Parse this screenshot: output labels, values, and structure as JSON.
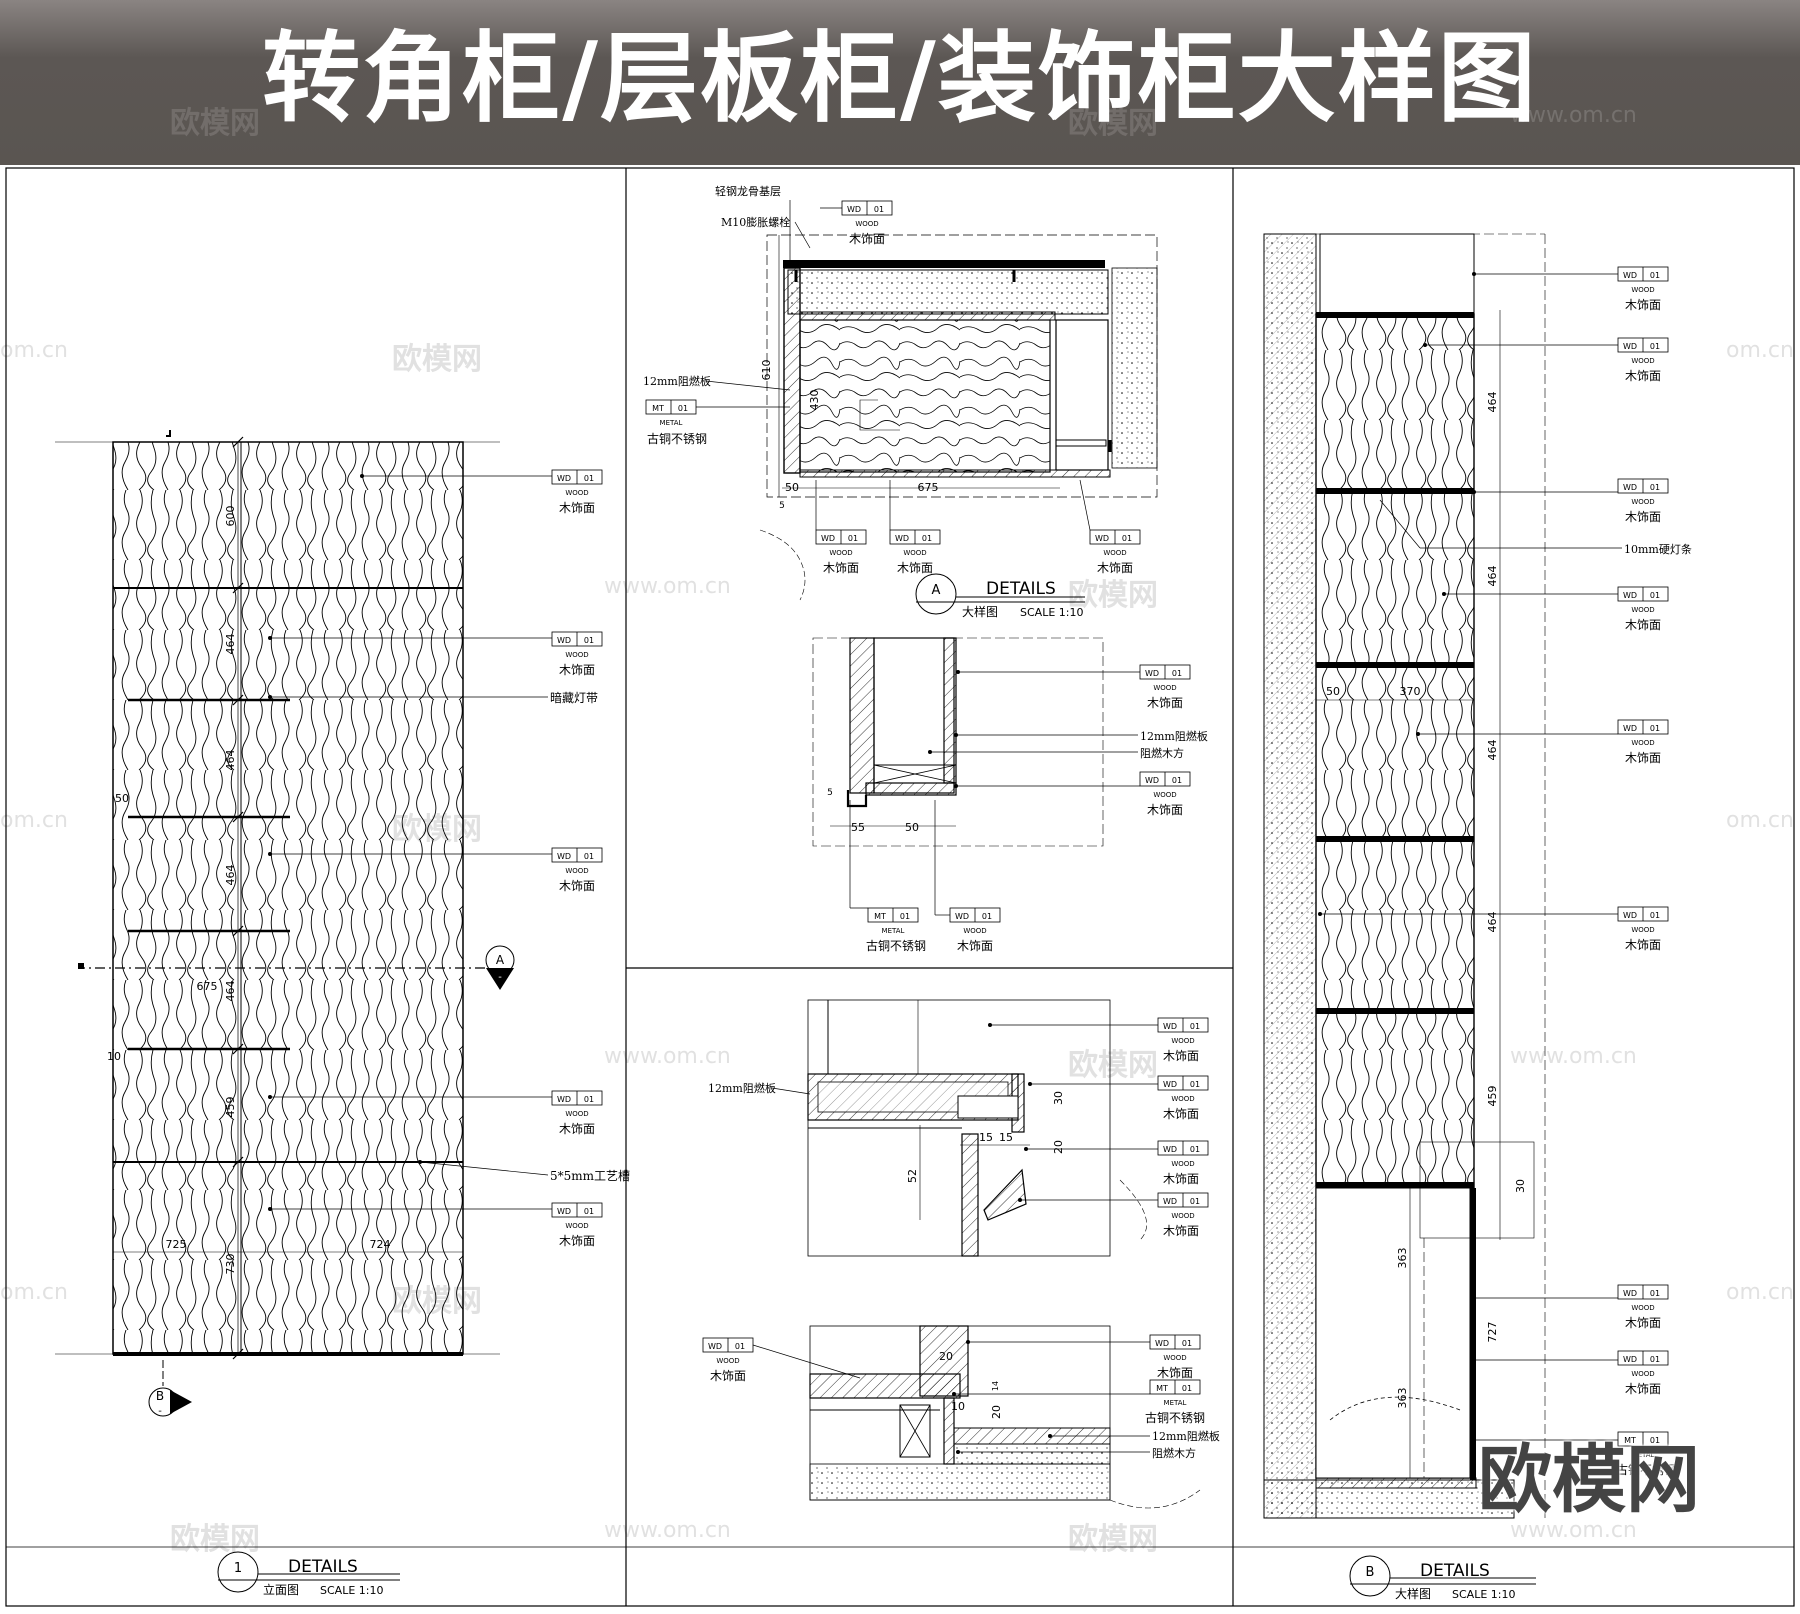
{
  "banner": {
    "title": "转角柜/层板柜/装饰柜大样图"
  },
  "watermarks": {
    "site": "www.om.cn",
    "site_short": "om.cn",
    "brand": "欧模网"
  },
  "tags": {
    "wood_code": "WD",
    "wood_num": "01",
    "wood_type": "WOOD",
    "wood_label": "木饰面",
    "metal_code": "MT",
    "metal_num": "01",
    "metal_type": "METAL",
    "metal_label": "古铜不锈钢"
  },
  "notes": {
    "light_steel": "轻钢龙骨基层",
    "bolt": "M10膨胀螺栓",
    "fire_board": "12mm阻燃板",
    "hidden_light": "暗藏灯带",
    "groove": "5*5mm工艺槽",
    "fire_wood": "阻燃木方",
    "light_strip": "10mm硬灯条"
  },
  "titles": {
    "details": "DETAILS",
    "plan_1": {
      "num": "1",
      "name": "立面图",
      "scale": "SCALE  1:10"
    },
    "plan_a": {
      "num": "A",
      "name": "大样图",
      "scale": "SCALE  1:10"
    },
    "plan_b": {
      "num": "B",
      "name": "大样图",
      "scale": "SCALE  1:10"
    }
  },
  "section_marks": {
    "a": "A",
    "b": "B",
    "dash": "-"
  },
  "dims": {
    "elev_600": "600",
    "elev_464a": "464",
    "elev_464b": "464",
    "elev_464c": "464",
    "elev_464d": "464",
    "elev_459": "459",
    "elev_730": "730",
    "elev_725": "725",
    "elev_724": "724",
    "elev_675": "675",
    "elev_50": "50",
    "elev_10": "10",
    "a_610": "610",
    "a_430": "430",
    "a_675": "675",
    "a_50": "50",
    "a_5": "5",
    "d1_55": "55",
    "d1_50": "50",
    "d1_5": "5",
    "d2_30": "30",
    "d2_20": "20",
    "d2_52": "52",
    "d2_15a": "15",
    "d2_15b": "15",
    "d3_20": "20",
    "d3_10": "10",
    "d3_14": "14",
    "b_464a": "464",
    "b_464b": "464",
    "b_464c": "464",
    "b_464d": "464",
    "b_459": "459",
    "b_30": "30",
    "b_727": "727",
    "b_363a": "363",
    "b_363b": "363",
    "b_370": "370",
    "b_50": "50"
  }
}
